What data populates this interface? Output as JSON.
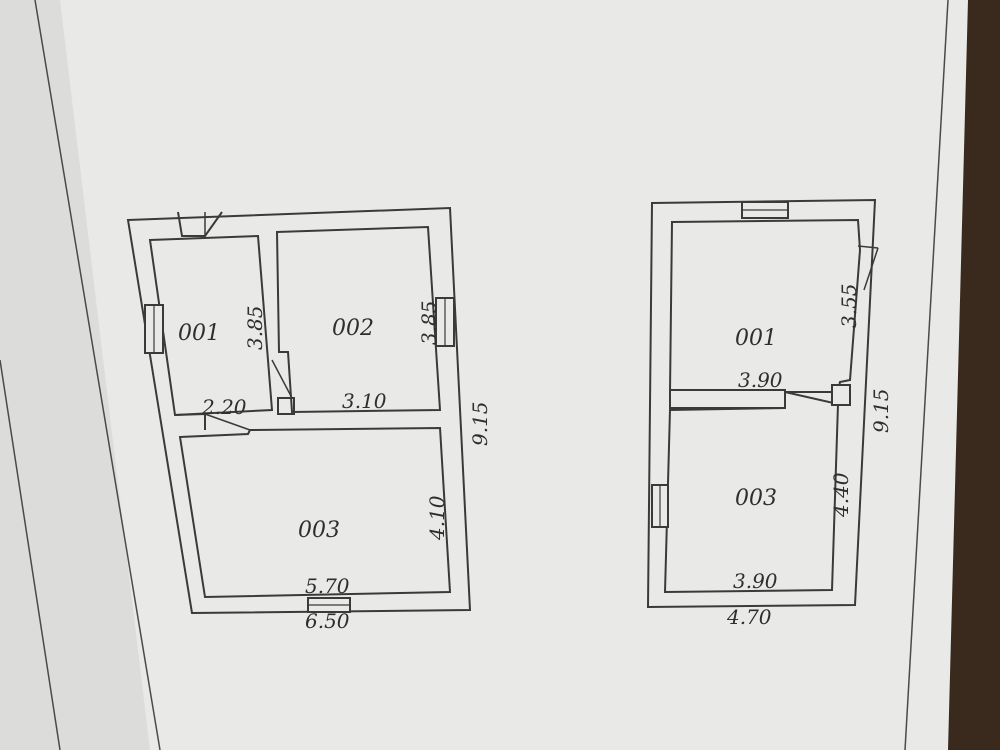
{
  "colors": {
    "paper": "#e9e9e7",
    "paper_shadow": "#d4d4d2",
    "ink": "#3a3a3a",
    "background_carpet": "#3a2a1e"
  },
  "plan_left": {
    "rooms": {
      "r001": "001",
      "r002": "002",
      "r003": "003"
    },
    "dims": {
      "room001_height": "3.85",
      "room002_height": "3.85",
      "room001_width": "2.20",
      "room002_width": "3.10",
      "room003_height": "4.10",
      "room003_width": "5.70",
      "total_width": "6.50",
      "total_height": "9.15"
    }
  },
  "plan_right": {
    "rooms": {
      "r001": "001",
      "r003": "003"
    },
    "dims": {
      "room001_height": "3.55",
      "room001_width": "3.90",
      "room003_height": "4.40",
      "room003_width": "3.90",
      "total_width": "4.70",
      "total_height": "9.15"
    }
  }
}
